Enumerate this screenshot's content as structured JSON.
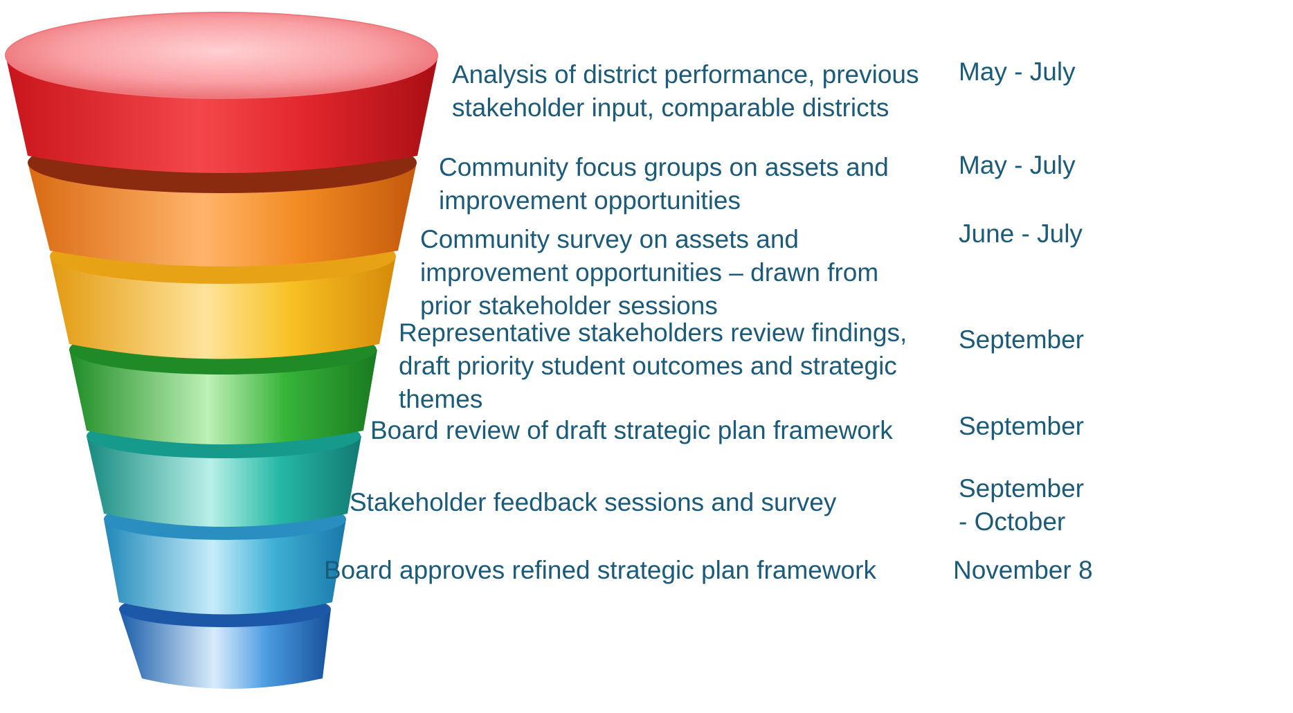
{
  "colors": {
    "text": "#1a5a7a",
    "funnel_layers": [
      "#e3262c",
      "#f28a22",
      "#f7c022",
      "#37b43a",
      "#26b8a6",
      "#3fb0d6",
      "#2a7ed2"
    ]
  },
  "steps": [
    {
      "description": " Analysis of district performance, previous stakeholder input, comparable districts",
      "timing": "May - July"
    },
    {
      "description": "Community focus groups on assets and improvement opportunities",
      "timing": "May - July"
    },
    {
      "description": "Community survey on assets and improvement opportunities – drawn from prior stakeholder sessions",
      "timing": "June - July"
    },
    {
      "description": "Representative stakeholders review findings, draft priority student outcomes and strategic themes",
      "timing": "September"
    },
    {
      "description": "Board review of draft strategic plan framework",
      "timing": "September"
    },
    {
      "description": "Stakeholder feedback sessions and survey",
      "timing": "September - October"
    },
    {
      "description": "Board approves refined strategic plan framework",
      "timing": "November 8"
    }
  ]
}
